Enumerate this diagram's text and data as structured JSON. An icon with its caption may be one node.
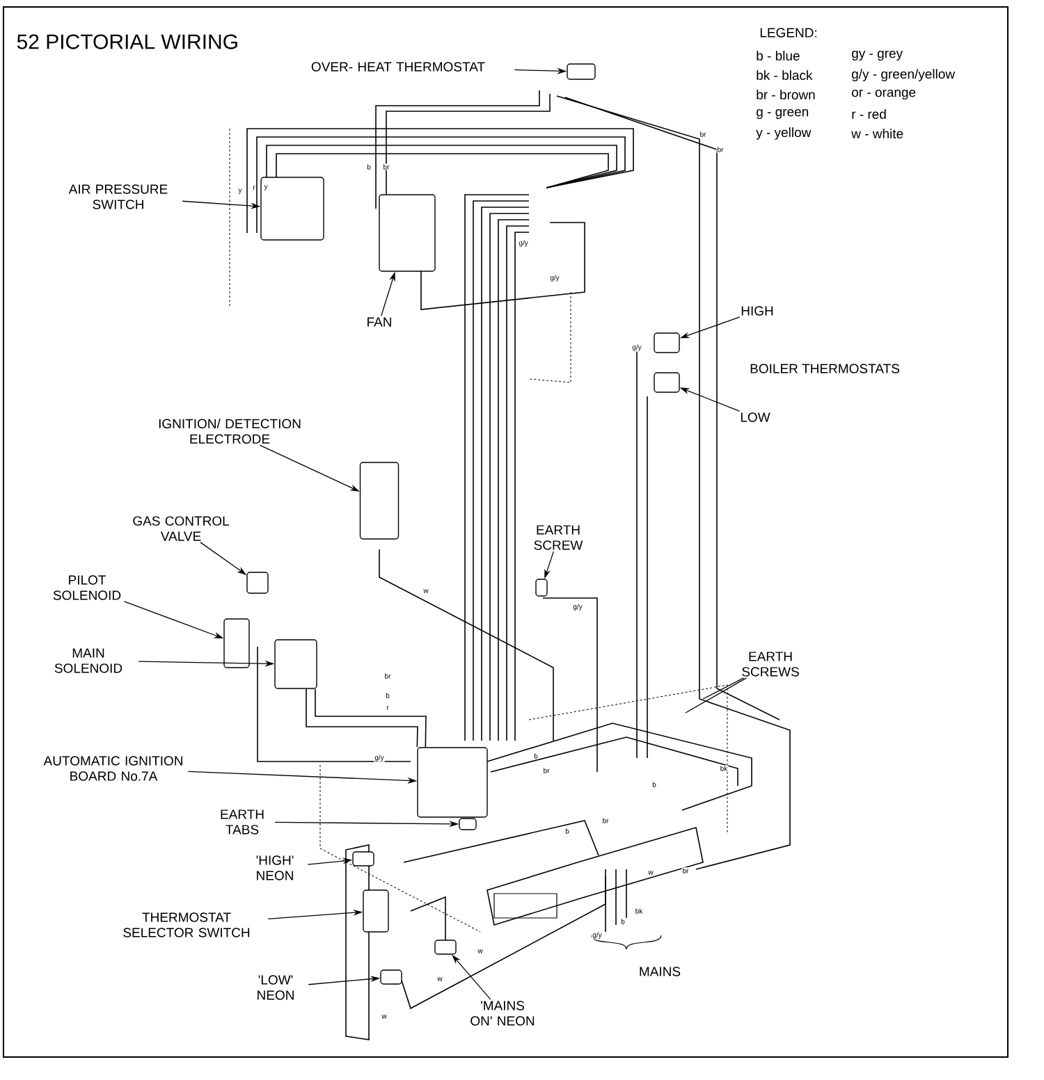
{
  "diagram": {
    "title": "52 PICTORIAL WIRING",
    "nodes": [
      {
        "text": [
          "OVER- HEAT THERMOSTAT"
        ]
      },
      {
        "text": [
          "AIR PRESSURE SWITCH"
        ]
      },
      {
        "text": [
          "FAN"
        ]
      },
      {
        "text": [
          "HIGH"
        ]
      },
      {
        "text": [
          "LOW"
        ]
      },
      {
        "text": [
          "IGNITION/ DETECTION ELECTRODE"
        ]
      },
      {
        "text": [
          "EARTH SCREW"
        ]
      },
      {
        "text": [
          "GAS CONTROL VALVE"
        ]
      },
      {
        "text": [
          "PILOT SOLENOID"
        ]
      },
      {
        "text": [
          "MAIN SOLENOID"
        ]
      },
      {
        "text": [
          "EARTH SCREWS"
        ]
      },
      {
        "text": [
          "AUTOMATIC IGNITION BOARD No.7A"
        ]
      },
      {
        "text": [
          "EARTH TABS"
        ]
      },
      {
        "text": [
          "'HIGH' NEON"
        ]
      },
      {
        "text": [
          "THERMOSTAT SELECTOR SWITCH"
        ]
      },
      {
        "text": [
          "'LOW' NEON"
        ]
      },
      {
        "text": [
          "'MAINS ON' NEON"
        ]
      },
      {
        "text": [],
        "shape": "box"
      },
      {
        "text": [],
        "shape": "box"
      },
      {
        "text": [],
        "shape": "box"
      },
      {
        "text": [],
        "shape": "box"
      },
      {
        "text": [],
        "shape": "box"
      },
      {
        "text": [],
        "shape": "box"
      },
      {
        "text": [],
        "shape": "box"
      },
      {
        "text": [],
        "shape": "box"
      },
      {
        "text": [],
        "shape": "box"
      },
      {
        "text": [],
        "shape": "box"
      },
      {
        "text": [],
        "shape": "box"
      },
      {
        "text": [],
        "shape": "box"
      },
      {
        "text": [],
        "shape": "box"
      },
      {
        "text": [],
        "shape": "box"
      },
      {
        "text": [],
        "shape": "box"
      },
      {
        "text": [],
        "shape": "box"
      }
    ],
    "edges": [
      {
        "from": 0,
        "to": 17,
        "arrow": "to"
      },
      {
        "from": 1,
        "to": 18,
        "arrow": "to"
      },
      {
        "from": 2,
        "to": 19,
        "arrow": "to"
      },
      {
        "from": 3,
        "to": 20,
        "arrow": "to"
      },
      {
        "from": 4,
        "to": 21,
        "arrow": "to"
      },
      {
        "from": 5,
        "to": 22,
        "arrow": "to"
      },
      {
        "from": 6,
        "to": 23,
        "arrow": "to"
      },
      {
        "from": 7,
        "to": 24,
        "arrow": "to"
      },
      {
        "from": 8,
        "to": 25,
        "arrow": "to"
      },
      {
        "from": 9,
        "to": 26,
        "arrow": "to"
      },
      {
        "from": 11,
        "to": 27,
        "arrow": "to"
      },
      {
        "from": 12,
        "to": 28,
        "arrow": "to"
      },
      {
        "from": 13,
        "to": 29,
        "arrow": "to"
      },
      {
        "from": 14,
        "to": 30,
        "arrow": "to"
      },
      {
        "from": 15,
        "to": 31,
        "arrow": "to"
      },
      {
        "from": 16,
        "to": 32,
        "arrow": "to"
      },
      {
        "from": 10,
        "to": null,
        "arrow": "none"
      },
      {
        "from": 10,
        "to": null,
        "arrow": "none"
      },
      {
        "from": 26,
        "to": 27,
        "arrow": "none"
      },
      {
        "from": 26,
        "to": 27,
        "arrow": "none"
      }
    ],
    "labels": [
      "LEGEND:",
      "BOILER THERMOSTATS",
      "MAINS",
      "br",
      "br",
      "b",
      "br",
      "y",
      "r",
      "y",
      "g/y",
      "g/y",
      "g/y",
      "w",
      "g/y",
      "br",
      "b",
      "r",
      "g/y",
      "b",
      "br",
      "bk",
      "b",
      "br",
      "b",
      "w",
      "br",
      "bk",
      "b",
      "g/y",
      "w",
      "w",
      "w"
    ],
    "legend": [
      {
        "text": "b - blue"
      },
      {
        "text": "gy - grey"
      },
      {
        "text": "bk - black"
      },
      {
        "text": "g/y - green/yellow"
      },
      {
        "text": "br - brown"
      },
      {
        "text": "or - orange"
      },
      {
        "text": "g - green"
      },
      {
        "text": "r - red"
      },
      {
        "text": "y - yellow"
      },
      {
        "text": "w - white"
      }
    ]
  }
}
